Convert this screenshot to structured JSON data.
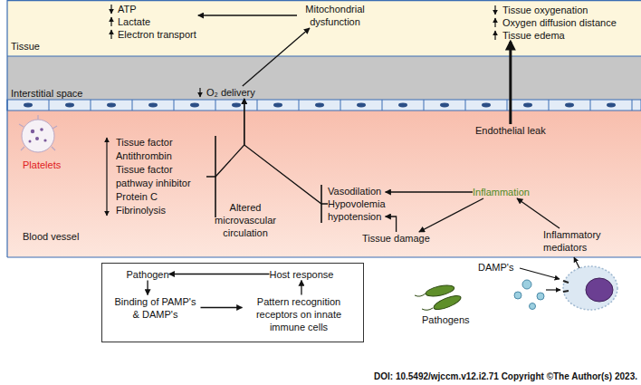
{
  "diagram": {
    "nodes": [
      {
        "text": [
          "Tissue"
        ]
      },
      {
        "text": [
          "ATP",
          "Lactate",
          "Electron transport"
        ],
        "in": 0
      },
      {
        "text": [
          "Mitochondrial dysfunction"
        ],
        "in": 0
      },
      {
        "text": [
          "Tissue oxygenation",
          "Oxygen diffusion distance",
          "Tissue edema"
        ],
        "in": 0
      },
      {
        "text": [
          "Interstitial space"
        ]
      },
      {
        "text": [
          "O₂ delivery"
        ],
        "in": 4
      },
      {
        "text": [
          "Blood vessel"
        ]
      },
      {
        "text": [
          "Tissue factor",
          "Antithrombin",
          "Tissue factor pathway inhibitor",
          "Protein C",
          "Fibrinolysis"
        ],
        "in": 6
      },
      {
        "text": [
          "Vasodilation",
          "Hypovolemia",
          "hypotension"
        ],
        "in": 6
      },
      {
        "text": [
          "Inflammation"
        ],
        "in": 6
      },
      {
        "text": [
          "Tissue damage"
        ],
        "in": 6
      },
      {
        "text": [
          "Inflammatory mediators"
        ],
        "in": 6
      },
      {
        "text": [
          "Endothelial leak"
        ],
        "in": 6
      },
      {
        "text": [
          "DAMP's"
        ]
      },
      {
        "text": []
      },
      {
        "text": [
          "Pathogen"
        ],
        "in": 14
      },
      {
        "text": [
          "Host response"
        ],
        "in": 14
      },
      {
        "text": [
          "Binding of PAMP's & DAMP's"
        ],
        "in": 14
      },
      {
        "text": [
          "Pattern recognition receptors on innate immune cells"
        ],
        "in": 14
      }
    ],
    "edges": [
      {
        "from": 2,
        "to": 1,
        "arrow": "to"
      },
      {
        "from": 5,
        "to": 2,
        "arrow": "to"
      },
      {
        "from": 7,
        "to": 5,
        "arrow": "to"
      },
      {
        "from": 8,
        "to": 5,
        "arrow": "to"
      },
      {
        "from": 9,
        "to": 8,
        "arrow": "to"
      },
      {
        "from": 9,
        "to": 10,
        "arrow": "to"
      },
      {
        "from": 10,
        "to": 8,
        "arrow": "to"
      },
      {
        "from": 11,
        "to": 9,
        "arrow": "to"
      },
      {
        "from": 12,
        "to": 3,
        "arrow": "to"
      },
      {
        "from": 15,
        "to": 17,
        "arrow": "to"
      },
      {
        "from": 17,
        "to": 18,
        "arrow": "to"
      },
      {
        "from": 18,
        "to": 16,
        "arrow": "to"
      },
      {
        "from": 16,
        "to": 15,
        "arrow": "to"
      }
    ],
    "labels": [
      "Platelets",
      "Altered microvascular circulation",
      "Pathogens",
      "DOI: 10.5492/wjccm.v12.i2.71 Copyright ©The Author(s) 2023."
    ]
  }
}
